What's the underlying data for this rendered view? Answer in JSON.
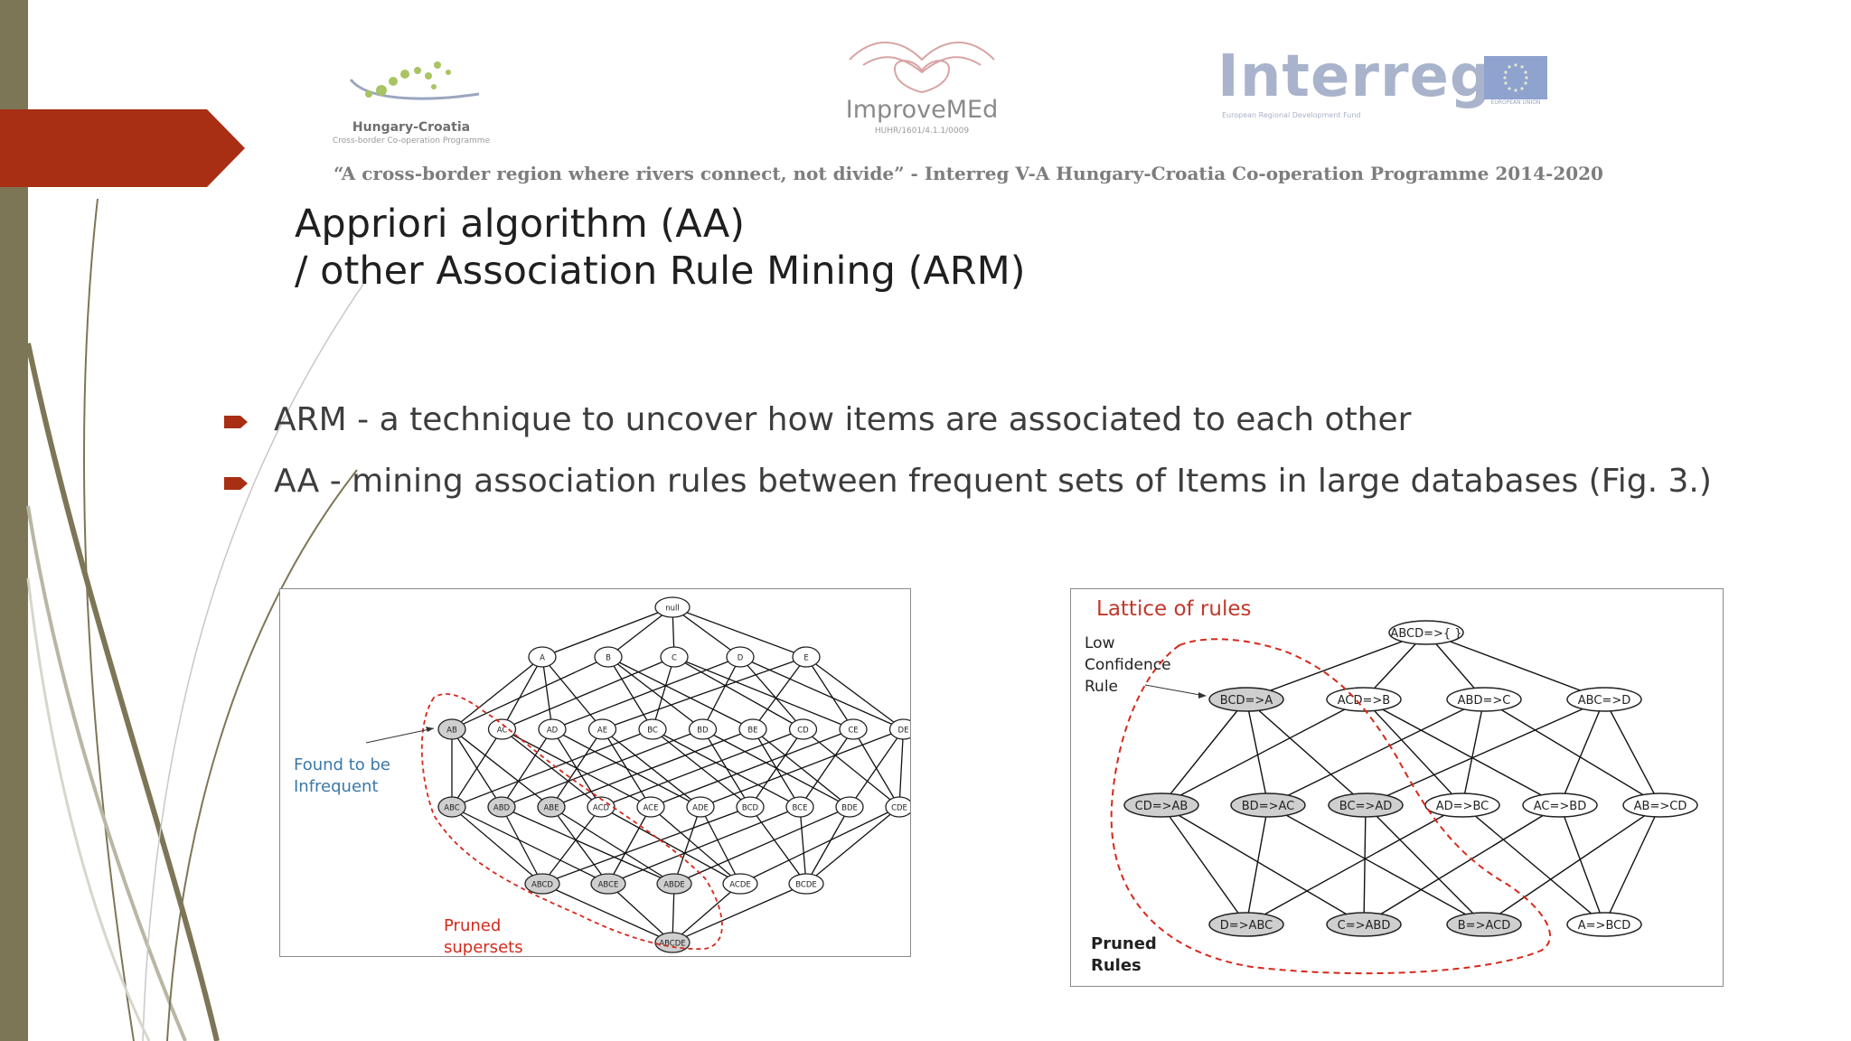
{
  "header": {
    "logo_hu_hr_name": "Hungary-Croatia",
    "logo_hu_hr_sub": "Cross-border Co-operation Programme",
    "logo_improvemed_name": "ImproveMEd",
    "logo_improvemed_code": "HUHR/1601/4.1.1/0009",
    "logo_interreg_name": "Interreg",
    "logo_interreg_sub": "European Regional Development Fund",
    "logo_eu_text": "EUROPEAN UNION",
    "tagline": "“A cross-border region where rivers connect, not divide” - Interreg V-A Hungary-Croatia Co-operation Programme 2014-2020"
  },
  "title": {
    "line1": "Appriori algorithm (AA)",
    "line2": "/ other Association Rule Mining (ARM)"
  },
  "bullets": [
    "ARM - a technique to uncover how items are associated to each other",
    "AA - mining association rules between frequent sets of Items in large databases (Fig. 3.)"
  ],
  "colors": {
    "accent_red": "#a82e14",
    "olive_bar": "#7d7656",
    "node_gray": "#cfcfcf",
    "annotation_blue": "#3b78a8",
    "annotation_red": "#d42a1c"
  },
  "fig_lattice": {
    "annot_infrequent": [
      "Found to be",
      "Infrequent"
    ],
    "annot_pruned": [
      "Pruned",
      "supersets"
    ],
    "levels": [
      [
        "null"
      ],
      [
        "A",
        "B",
        "C",
        "D",
        "E"
      ],
      [
        "AB",
        "AC",
        "AD",
        "AE",
        "BC",
        "BD",
        "BE",
        "CD",
        "CE",
        "DE"
      ],
      [
        "ABC",
        "ABD",
        "ABE",
        "ACD",
        "ACE",
        "ADE",
        "BCD",
        "BCE",
        "BDE",
        "CDE"
      ],
      [
        "ABCD",
        "ABCE",
        "ABDE",
        "ACDE",
        "BCDE"
      ],
      [
        "ABCDE"
      ]
    ],
    "shaded": [
      "AB",
      "ABC",
      "ABD",
      "ABE",
      "ABCD",
      "ABCE",
      "ABDE",
      "ABCDE"
    ]
  },
  "fig_rules": {
    "title": "Lattice of rules",
    "annot_low": [
      "Low",
      "Confidence",
      "Rule"
    ],
    "annot_pruned": [
      "Pruned",
      "Rules"
    ],
    "levels": [
      [
        "ABCD=>{ }"
      ],
      [
        "BCD=>A",
        "ACD=>B",
        "ABD=>C",
        "ABC=>D"
      ],
      [
        "CD=>AB",
        "BD=>AC",
        "BC=>AD",
        "AD=>BC",
        "AC=>BD",
        "AB=>CD"
      ],
      [
        "D=>ABC",
        "C=>ABD",
        "B=>ACD",
        "A=>BCD"
      ]
    ],
    "shaded": [
      "BCD=>A",
      "CD=>AB",
      "BD=>AC",
      "BC=>AD",
      "D=>ABC",
      "C=>ABD",
      "B=>ACD"
    ]
  }
}
